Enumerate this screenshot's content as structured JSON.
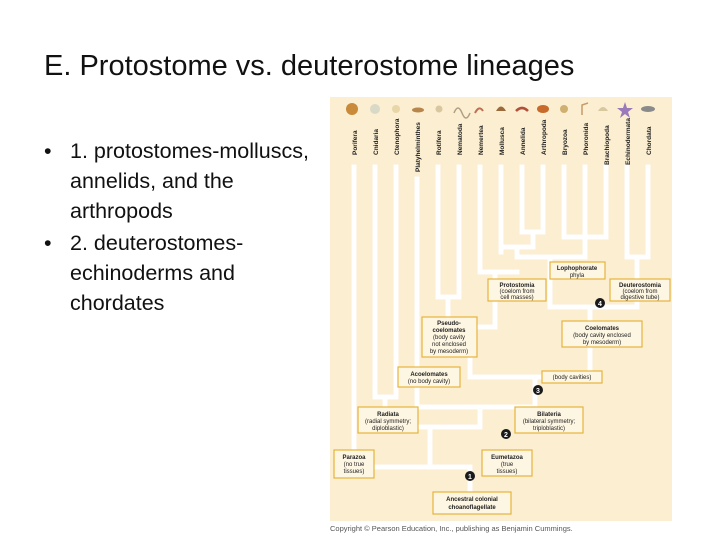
{
  "slide": {
    "title": "E.  Protostome vs. deuterostome lineages",
    "bullets": [
      {
        "marker": "•",
        "text": "1.  protostomes-molluscs, annelids, and the arthropods"
      },
      {
        "marker": "•",
        "text": "2.  deuterostomes-echinoderms and chordates"
      }
    ]
  },
  "figure": {
    "colors": {
      "background": "#fbeed1",
      "branch": "#ffffff",
      "box_border": "#e7b43c",
      "box_fill": "#fdf6e3",
      "node": "#1a1a1a"
    },
    "phyla": [
      "Porifera",
      "Cnidaria",
      "Ctenophora",
      "Platyhelminthes",
      "Rotifera",
      "Nematoda",
      "Nemertea",
      "Mollusca",
      "Annelida",
      "Arthropoda",
      "Bryozoa",
      "Phoronida",
      "Brachiopoda",
      "Echinodermata",
      "Chordata"
    ],
    "boxes": {
      "lophophorate": {
        "title": "Lophophorate",
        "sub": "phyla"
      },
      "protostomia": {
        "title": "Protostomia",
        "sub": "(coelom from",
        "sub2": "cell masses)"
      },
      "deuterostomia": {
        "title": "Deuterostomia",
        "sub": "(coelom from",
        "sub2": "digestive tube)"
      },
      "pseudocoelomates": {
        "title": "Pseudo-",
        "title2": "coelomates",
        "sub": "(body cavity",
        "sub2": "not enclosed",
        "sub3": "by mesoderm)"
      },
      "coelomates": {
        "title": "Coelomates",
        "sub": "(body cavity enclosed",
        "sub2": "by mesoderm)"
      },
      "acoelomates": {
        "title": "Acoelomates",
        "sub": "(no body cavity)"
      },
      "body_cavities": {
        "title": "(body cavities)"
      },
      "radiata": {
        "title": "Radiata",
        "sub": "(radial symmetry;",
        "sub2": "diploblastic)"
      },
      "bilateria": {
        "title": "Bilateria",
        "sub": "(bilateral symmetry;",
        "sub2": "triploblastic)"
      },
      "parazoa": {
        "title": "Parazoa",
        "sub": "(no true",
        "sub2": "tissues)"
      },
      "eumetazoa": {
        "title": "Eumetazoa",
        "sub": "(true",
        "sub2": "tissues)"
      },
      "ancestral": {
        "title": "Ancestral colonial",
        "title2": "choanoflagellate"
      }
    },
    "nodes": [
      "1",
      "2",
      "3",
      "4"
    ],
    "caption": "Copyright © Pearson Education, Inc., publishing as Benjamin Cummings."
  }
}
